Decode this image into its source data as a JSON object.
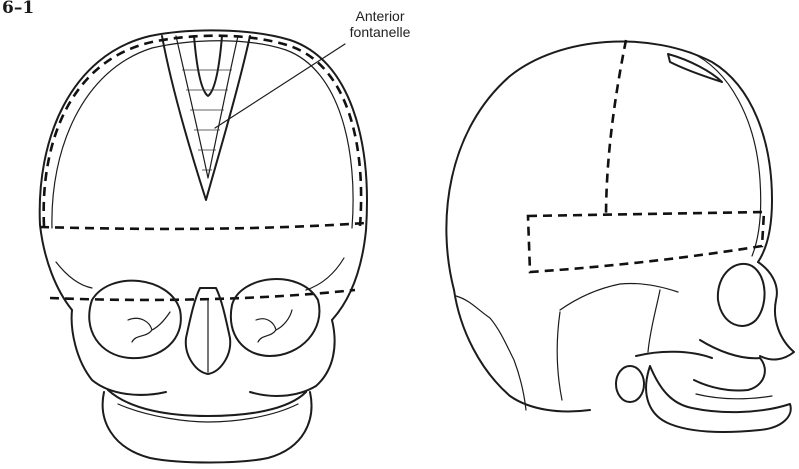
{
  "figure_label": "6–1",
  "callout": {
    "line1": "Anterior",
    "line2": "fontanelle"
  },
  "colors": {
    "ink": "#1c1c1c",
    "paper": "#ffffff"
  }
}
